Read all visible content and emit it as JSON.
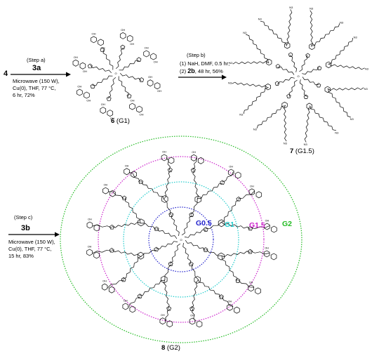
{
  "scheme": {
    "start_compound": "4",
    "step_a": {
      "label": "(Step a)",
      "reagent": "3a",
      "conditions": [
        "Microwave (150 W),",
        "Cu(0), THF, 77 °C,",
        "6 hr, 72%"
      ]
    },
    "step_b": {
      "label": "(Step b)",
      "conditions_1": "(1) NaH, DMF, 0.5 hr;",
      "conditions_2_prefix": "(2) ",
      "conditions_2_reagent": "2b",
      "conditions_2_suffix": ", 48 hr, 56%"
    },
    "step_c": {
      "label": "(Step c)",
      "reagent": "3b",
      "conditions": [
        "Microwave (150 W),",
        "Cu(0), THF, 77 °C,",
        "15 hr, 83%"
      ]
    },
    "products": [
      {
        "number": "6",
        "generation": " (G1)"
      },
      {
        "number": "7",
        "generation": " (G1.5)"
      },
      {
        "number": "8",
        "generation": " (G2)"
      }
    ],
    "generation_labels": [
      {
        "text": "G0.5",
        "color": "#2222cc"
      },
      {
        "text": "G1",
        "color": "#22cccc"
      },
      {
        "text": "G1.5",
        "color": "#cc22cc"
      },
      {
        "text": "G2",
        "color": "#22bb22"
      }
    ],
    "atom_labels": {
      "hydroxyl": "OH",
      "azide": "N3",
      "oxygen": "O",
      "nitrogen": "N"
    },
    "arrow_color": "#000000"
  }
}
